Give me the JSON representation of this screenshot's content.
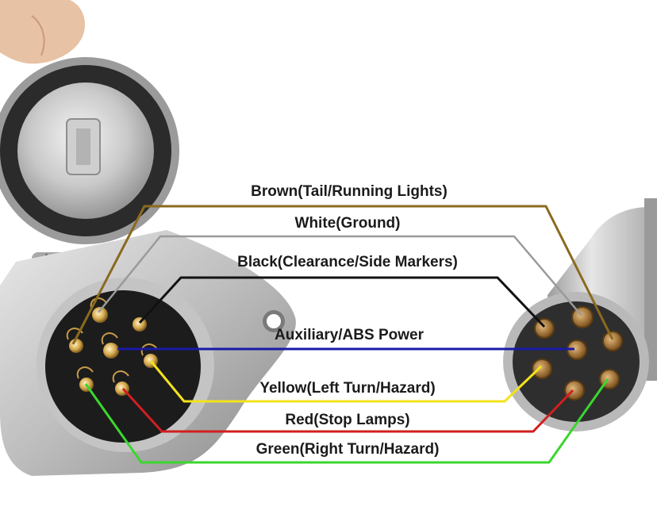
{
  "diagram": {
    "wires": [
      {
        "id": "brown",
        "label": "Brown(Tail/Running Lights)",
        "color": "#8b6a1e"
      },
      {
        "id": "white",
        "label": "White(Ground)",
        "color": "#9a9a9a"
      },
      {
        "id": "black",
        "label": "Black(Clearance/Side Markers)",
        "color": "#111111"
      },
      {
        "id": "blue",
        "label": "Auxiliary/ABS Power",
        "color": "#1a1aa8"
      },
      {
        "id": "yellow",
        "label": "Yellow(Left Turn/Hazard)",
        "color": "#f3e21c"
      },
      {
        "id": "red",
        "label": "Red(Stop Lamps)",
        "color": "#d11f1f"
      },
      {
        "id": "green",
        "label": "Green(Right Turn/Hazard)",
        "color": "#3bd62f"
      }
    ]
  }
}
